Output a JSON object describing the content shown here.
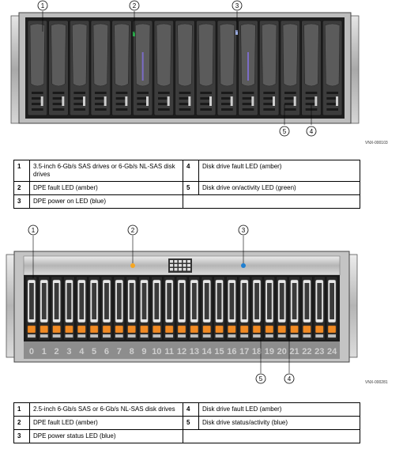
{
  "figure_top": {
    "callouts": [
      "1",
      "2",
      "3",
      "4",
      "5"
    ],
    "figure_id": "VNX-000103"
  },
  "legend_top": {
    "rows": [
      {
        "left_num": "1",
        "left_text": "3.5-inch 6-Gb/s SAS drives or 6-Gb/s NL-SAS disk drives",
        "right_num": "4",
        "right_text": "Disk drive fault LED (amber)"
      },
      {
        "left_num": "2",
        "left_text": "DPE fault LED (amber)",
        "right_num": "5",
        "right_text": "Disk drive on/activity LED (green)"
      },
      {
        "left_num": "3",
        "left_text": "DPE power on LED (blue)",
        "right_num": "",
        "right_text": ""
      }
    ]
  },
  "figure_bottom": {
    "callouts": [
      "1",
      "2",
      "3",
      "4",
      "5"
    ],
    "drive_numbers": [
      "0",
      "1",
      "2",
      "3",
      "4",
      "5",
      "6",
      "7",
      "8",
      "9",
      "10",
      "11",
      "12",
      "13",
      "14",
      "15",
      "16",
      "17",
      "18",
      "19",
      "20",
      "21",
      "22",
      "23",
      "24"
    ],
    "figure_id": "VNX-000281"
  },
  "legend_bottom": {
    "rows": [
      {
        "left_num": "1",
        "left_text": "2.5-inch 6-Gb/s SAS or 6-Gb/s NL-SAS disk drives",
        "right_num": "4",
        "right_text": "Disk drive fault LED (amber)"
      },
      {
        "left_num": "2",
        "left_text": "DPE fault LED (amber)",
        "right_num": "5",
        "right_text": "Disk drive status/activity (blue)"
      },
      {
        "left_num": "3",
        "left_text": "DPE power status LED (blue)",
        "right_num": "",
        "right_text": ""
      }
    ]
  },
  "colors": {
    "chassis_dark": "#2b2b2b",
    "chassis_silver": "#bfbfbf",
    "drive_latch_orange": "#f08a24",
    "led_amber": "#f5a623",
    "led_blue": "#1f7fd1",
    "led_green": "#2aa84a"
  }
}
